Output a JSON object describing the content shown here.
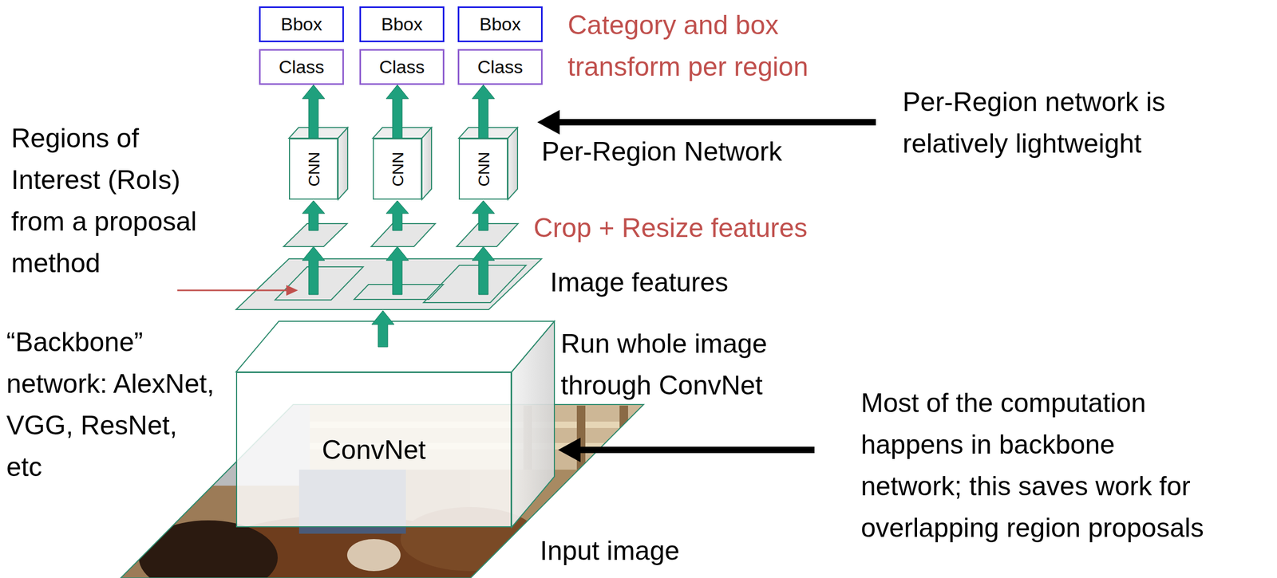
{
  "diagram": {
    "nodes": [
      {
        "text": [
          "Bbox"
        ]
      },
      {
        "text": [
          "Bbox"
        ]
      },
      {
        "text": [
          "Bbox"
        ]
      },
      {
        "text": [
          "Class"
        ]
      },
      {
        "text": [
          "Class"
        ]
      },
      {
        "text": [
          "Class"
        ]
      },
      {
        "text": [
          "CNN"
        ]
      },
      {
        "text": [
          "CNN"
        ]
      },
      {
        "text": [
          "CNN"
        ]
      },
      {
        "text": [
          "ConvNet"
        ]
      }
    ],
    "edges": [
      {
        "from": 6,
        "to": 3,
        "arrow": "to"
      },
      {
        "from": 7,
        "to": 4,
        "arrow": "to"
      },
      {
        "from": 8,
        "to": 5,
        "arrow": "to"
      }
    ],
    "labels": [
      "Category and box transform per region",
      "Per-Region network is relatively lightweight",
      "Regions of Interest (RoIs) from a proposal method",
      "Per-Region Network",
      "Crop + Resize features",
      "Image features",
      "“Backbone” network: AlexNet, VGG, ResNet, etc",
      "Run whole image through ConvNet",
      "Most of the computation happens in backbone network; this saves work for overlapping region proposals",
      "Input image"
    ]
  }
}
